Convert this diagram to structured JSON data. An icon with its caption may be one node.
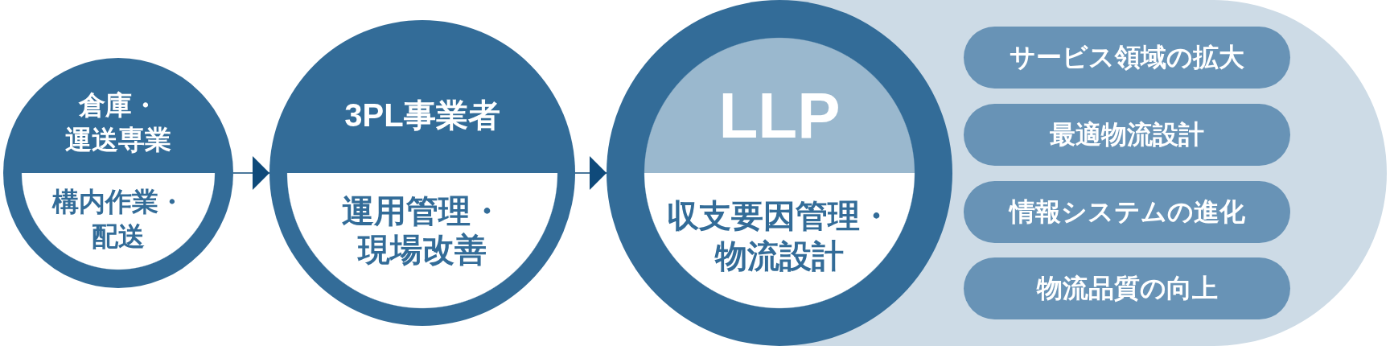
{
  "diagram": {
    "nodes": [
      {
        "text": [
          "倉庫・運送専業",
          "構内作業・配送"
        ]
      },
      {
        "text": [
          "3PL事業者",
          "運用管理・現場改善"
        ]
      },
      {
        "text": [
          "LLP",
          "収支要因管理・物流設計"
        ]
      },
      {
        "text": [],
        "shape": "box"
      },
      {
        "text": [
          "サービス領域の拡大"
        ],
        "in": 3
      },
      {
        "text": [
          "最適物流設計"
        ],
        "in": 3
      },
      {
        "text": [
          "情報システムの進化"
        ],
        "in": 3
      },
      {
        "text": [
          "物流品質の向上"
        ],
        "in": 3
      }
    ],
    "edges": [
      {
        "from": 0,
        "to": 1,
        "arrow": "to"
      },
      {
        "from": 1,
        "to": 2,
        "arrow": "to"
      }
    ]
  }
}
